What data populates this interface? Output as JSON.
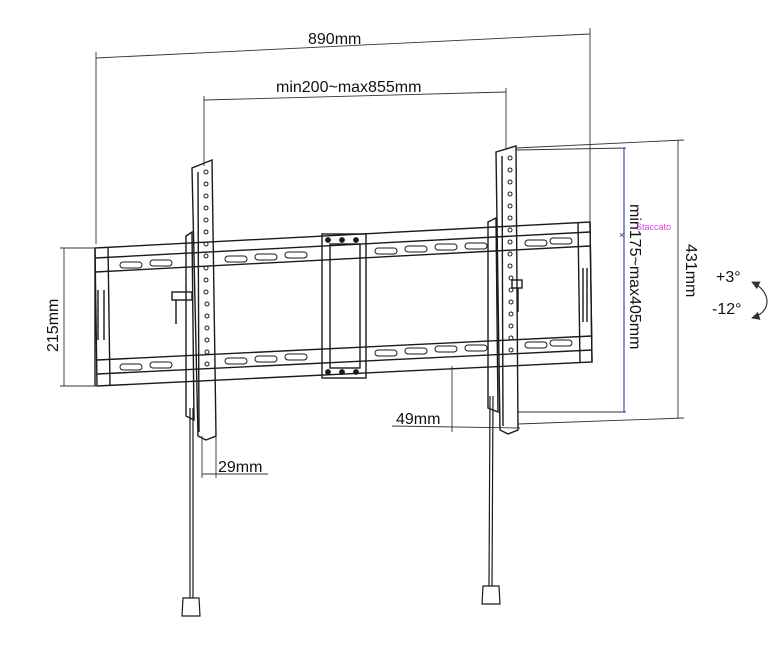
{
  "diagram": {
    "dimensions": {
      "overall_width": "890mm",
      "vesa_width": "min200~max855mm",
      "overall_height": "431mm",
      "vesa_height": "min175~max405mm",
      "plate_height": "215mm",
      "wall_depth": "49mm",
      "arm_depth": "29mm"
    },
    "tilt": {
      "up": "+3°",
      "down": "-12°"
    },
    "annotation": "Staccato",
    "colors": {
      "line": "#1a1a1a",
      "dim_line": "#333333",
      "vertical_guide": "#3a4fb0",
      "annotation": "#e040e0"
    }
  }
}
